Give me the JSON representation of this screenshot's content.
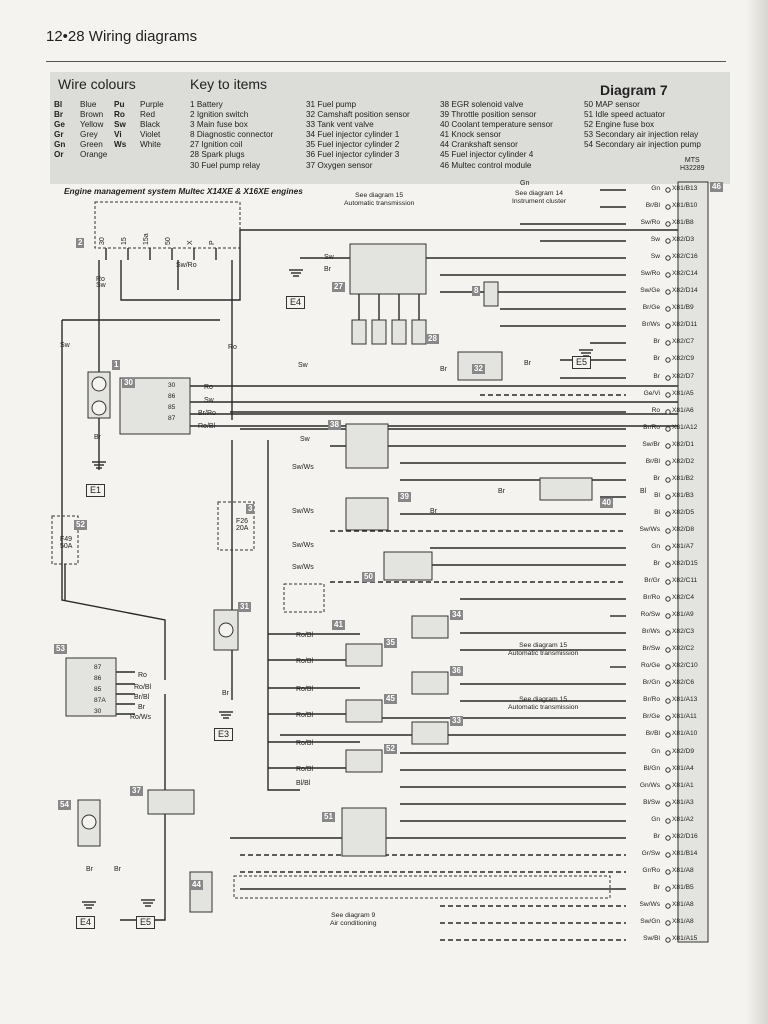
{
  "header": {
    "page": "12•28",
    "title": "Wiring diagrams"
  },
  "wire_colours": {
    "title": "Wire colours",
    "items": [
      [
        "Bl",
        "Blue"
      ],
      [
        "Br",
        "Brown"
      ],
      [
        "Ge",
        "Yellow"
      ],
      [
        "Gr",
        "Grey"
      ],
      [
        "Gn",
        "Green"
      ],
      [
        "Or",
        "Orange"
      ],
      [
        "Pu",
        "Purple"
      ],
      [
        "Ro",
        "Red"
      ],
      [
        "Sw",
        "Black"
      ],
      [
        "Vi",
        "Violet"
      ],
      [
        "Ws",
        "White"
      ]
    ]
  },
  "key": {
    "title": "Key to items",
    "col1": [
      "1  Battery",
      "2  Ignition switch",
      "3  Main fuse box",
      "8  Diagnostic connector",
      "27 Ignition coil",
      "28 Spark plugs",
      "30 Fuel pump relay"
    ],
    "col2": [
      "31 Fuel pump",
      "32 Camshaft position sensor",
      "33 Tank vent valve",
      "34 Fuel injector cylinder 1",
      "35 Fuel injector cylinder 2",
      "36 Fuel injector cylinder 3",
      "37 Oxygen sensor"
    ],
    "col3": [
      "38 EGR solenoid valve",
      "39 Throttle position sensor",
      "40 Coolant temperature sensor",
      "41 Knock sensor",
      "44 Crankshaft sensor",
      "45 Fuel injector cylinder 4",
      "46 Multec control module"
    ],
    "col4": [
      "50 MAP sensor",
      "51 Idle speed actuator",
      "52 Engine fuse box",
      "53 Secondary air injection relay",
      "54 Secondary air injection pump"
    ]
  },
  "diagram_no": "Diagram 7",
  "mts": "MTS\nH32289",
  "title": "Engine management system Multec X14XE & X16XE engines",
  "notes": {
    "d15a": "See diagram 15\nAutomatic transmission",
    "d14": "See diagram 14\nInstrument cluster",
    "d15b": "See diagram 15\nAutomatic transmission",
    "d15c": "See diagram 15\nAutomatic transmission",
    "d9": "See diagram 9\nAir conditioning"
  },
  "connector_pins": [
    {
      "wire": "Gn",
      "pin": "X81/B13"
    },
    {
      "wire": "Br/Bl",
      "pin": "X81/B10"
    },
    {
      "wire": "Sw/Ro",
      "pin": "X81/B8"
    },
    {
      "wire": "Sw",
      "pin": "X82/D3"
    },
    {
      "wire": "Sw",
      "pin": "X82/C16"
    },
    {
      "wire": "Sw/Ro",
      "pin": "X82/C14"
    },
    {
      "wire": "Sw/Ge",
      "pin": "X82/D14"
    },
    {
      "wire": "Br/Ge",
      "pin": "X81/B9"
    },
    {
      "wire": "Br/Ws",
      "pin": "X82/D11"
    },
    {
      "wire": "Br",
      "pin": "X82/C7"
    },
    {
      "wire": "Br",
      "pin": "X82/C9"
    },
    {
      "wire": "Br",
      "pin": "X82/D7"
    },
    {
      "wire": "Ge/Vi",
      "pin": "X81/A5"
    },
    {
      "wire": "Ro",
      "pin": "X81/A6"
    },
    {
      "wire": "Br/Ro",
      "pin": "X81/A12"
    },
    {
      "wire": "Sw/Br",
      "pin": "X82/D1"
    },
    {
      "wire": "Br/Bl",
      "pin": "X82/D2"
    },
    {
      "wire": "Br",
      "pin": "X81/B2"
    },
    {
      "wire": "Bl",
      "pin": "X81/B3"
    },
    {
      "wire": "Bl",
      "pin": "X82/D5"
    },
    {
      "wire": "Sw/Ws",
      "pin": "X82/D8"
    },
    {
      "wire": "Gn",
      "pin": "X81/A7"
    },
    {
      "wire": "Br",
      "pin": "X82/D15"
    },
    {
      "wire": "Br/Gr",
      "pin": "X82/C11"
    },
    {
      "wire": "Br/Ro",
      "pin": "X82/C4"
    },
    {
      "wire": "Ro/Sw",
      "pin": "X81/A9"
    },
    {
      "wire": "Br/Ws",
      "pin": "X82/C3"
    },
    {
      "wire": "Br/Sw",
      "pin": "X82/C2"
    },
    {
      "wire": "Ro/Ge",
      "pin": "X82/C10"
    },
    {
      "wire": "Br/Gn",
      "pin": "X82/C6"
    },
    {
      "wire": "Br/Ro",
      "pin": "X81/A13"
    },
    {
      "wire": "Br/Ge",
      "pin": "X81/A11"
    },
    {
      "wire": "Br/Bl",
      "pin": "X81/A10"
    },
    {
      "wire": "Gn",
      "pin": "X82/D9"
    },
    {
      "wire": "Bl/Gn",
      "pin": "X81/A4"
    },
    {
      "wire": "Gn/Ws",
      "pin": "X81/A1"
    },
    {
      "wire": "Bl/Sw",
      "pin": "X81/A3"
    },
    {
      "wire": "Gn",
      "pin": "X81/A2"
    },
    {
      "wire": "Br",
      "pin": "X82/D16"
    },
    {
      "wire": "Gr/Sw",
      "pin": "X81/B14"
    },
    {
      "wire": "Gr/Ro",
      "pin": "X81/A8"
    },
    {
      "wire": "Br",
      "pin": "X81/B5"
    },
    {
      "wire": "Sw/Ws",
      "pin": "X81/A8"
    },
    {
      "wire": "Sw/Gn",
      "pin": "X81/A8"
    },
    {
      "wire": "Sw/Bl",
      "pin": "X81/A15"
    }
  ],
  "items": {
    "i1": "1",
    "i2": "2",
    "i3": "3",
    "i8": "8",
    "i27": "27",
    "i28": "28",
    "i30": "30",
    "i31": "31",
    "i32": "32",
    "i33": "33",
    "i34": "34",
    "i35": "35",
    "i36": "36",
    "i37": "37",
    "i38": "38",
    "i39": "39",
    "i40": "40",
    "i41": "41",
    "i44": "44",
    "i45": "45",
    "i46": "46",
    "i50": "50",
    "i51": "51",
    "i52": "52",
    "i53": "53",
    "i54": "54"
  },
  "earths": {
    "e1": "E1",
    "e3": "E3",
    "e4a": "E4",
    "e4b": "E4",
    "e5a": "E5",
    "e5b": "E5"
  },
  "fuses": {
    "f49": "F49\n50A",
    "f26": "F26\n20A"
  },
  "wire_labels": {
    "sw1": "Sw",
    "br1": "Br",
    "ro1": "Ro",
    "sw2": "Sw",
    "swro": "Sw/Ro",
    "ro2": "Ro",
    "sw3": "Sw",
    "ro3": "Ro",
    "sw4": "Sw",
    "brro": "Br/Ro",
    "robl": "Ro/Bl",
    "sw5": "Sw",
    "swws1": "Sw/Ws",
    "swws2": "Sw/Ws",
    "swws3": "Sw/Ws",
    "swws4": "Sw/Ws",
    "br2": "Br",
    "br3": "Br",
    "robl2": "Ro/Bl",
    "robl3": "Ro/Bl",
    "robl4": "Ro/Bl",
    "robl5": "Ro/Bl",
    "robl6": "Ro/Bl",
    "robl7": "Ro/Bl",
    "blbl": "Bl/Bl",
    "robr": "Ro/Bl",
    "ro4": "Ro",
    "brbl": "Br/Bl",
    "br4": "Br",
    "rows": "Ro/Ws",
    "brv": "Br",
    "brv2": "Br",
    "rov": "Ro",
    "swv": "Sw",
    "ro5": "Ro",
    "gn1": "Gn",
    "br5": "Br",
    "bl2": "Bl",
    "robl8": "Ro/Bl",
    "br6": "Br",
    "br7": "Br",
    "br8": "Br"
  },
  "relay30_pins": [
    "30",
    "86",
    "85",
    "87"
  ],
  "relay53_pins": [
    "87",
    "86",
    "85",
    "87A",
    "30"
  ],
  "ign_pins": [
    "30",
    "15",
    "15a",
    "50",
    "X",
    "P"
  ]
}
